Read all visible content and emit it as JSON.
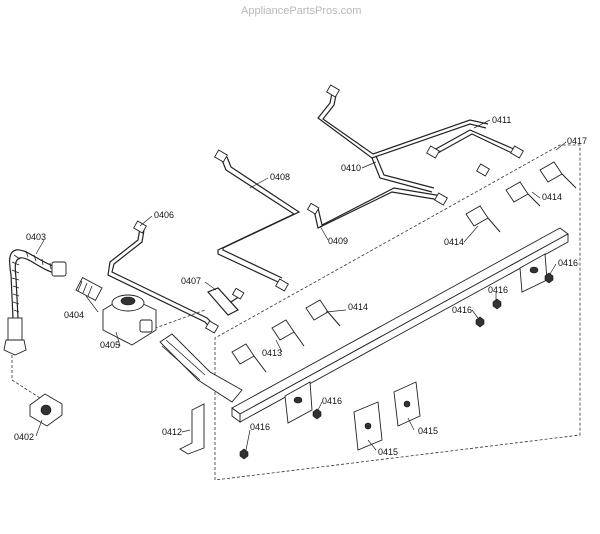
{
  "watermark": "AppliancePartsPros.com",
  "labels": {
    "p0402": "0402",
    "p0403": "0403",
    "p0404": "0404",
    "p0405": "0405",
    "p0406": "0406",
    "p0407": "0407",
    "p0408": "0408",
    "p0409": "0409",
    "p0410": "0410",
    "p0411": "0411",
    "p0412": "0412",
    "p0413": "0413",
    "p0414a": "0414",
    "p0414b": "0414",
    "p0414c": "0414",
    "p0415a": "0415",
    "p0415b": "0415",
    "p0416a": "0416",
    "p0416b": "0416",
    "p0416c": "0416",
    "p0416d": "0416",
    "p0416e": "0416",
    "p0417": "0417"
  }
}
